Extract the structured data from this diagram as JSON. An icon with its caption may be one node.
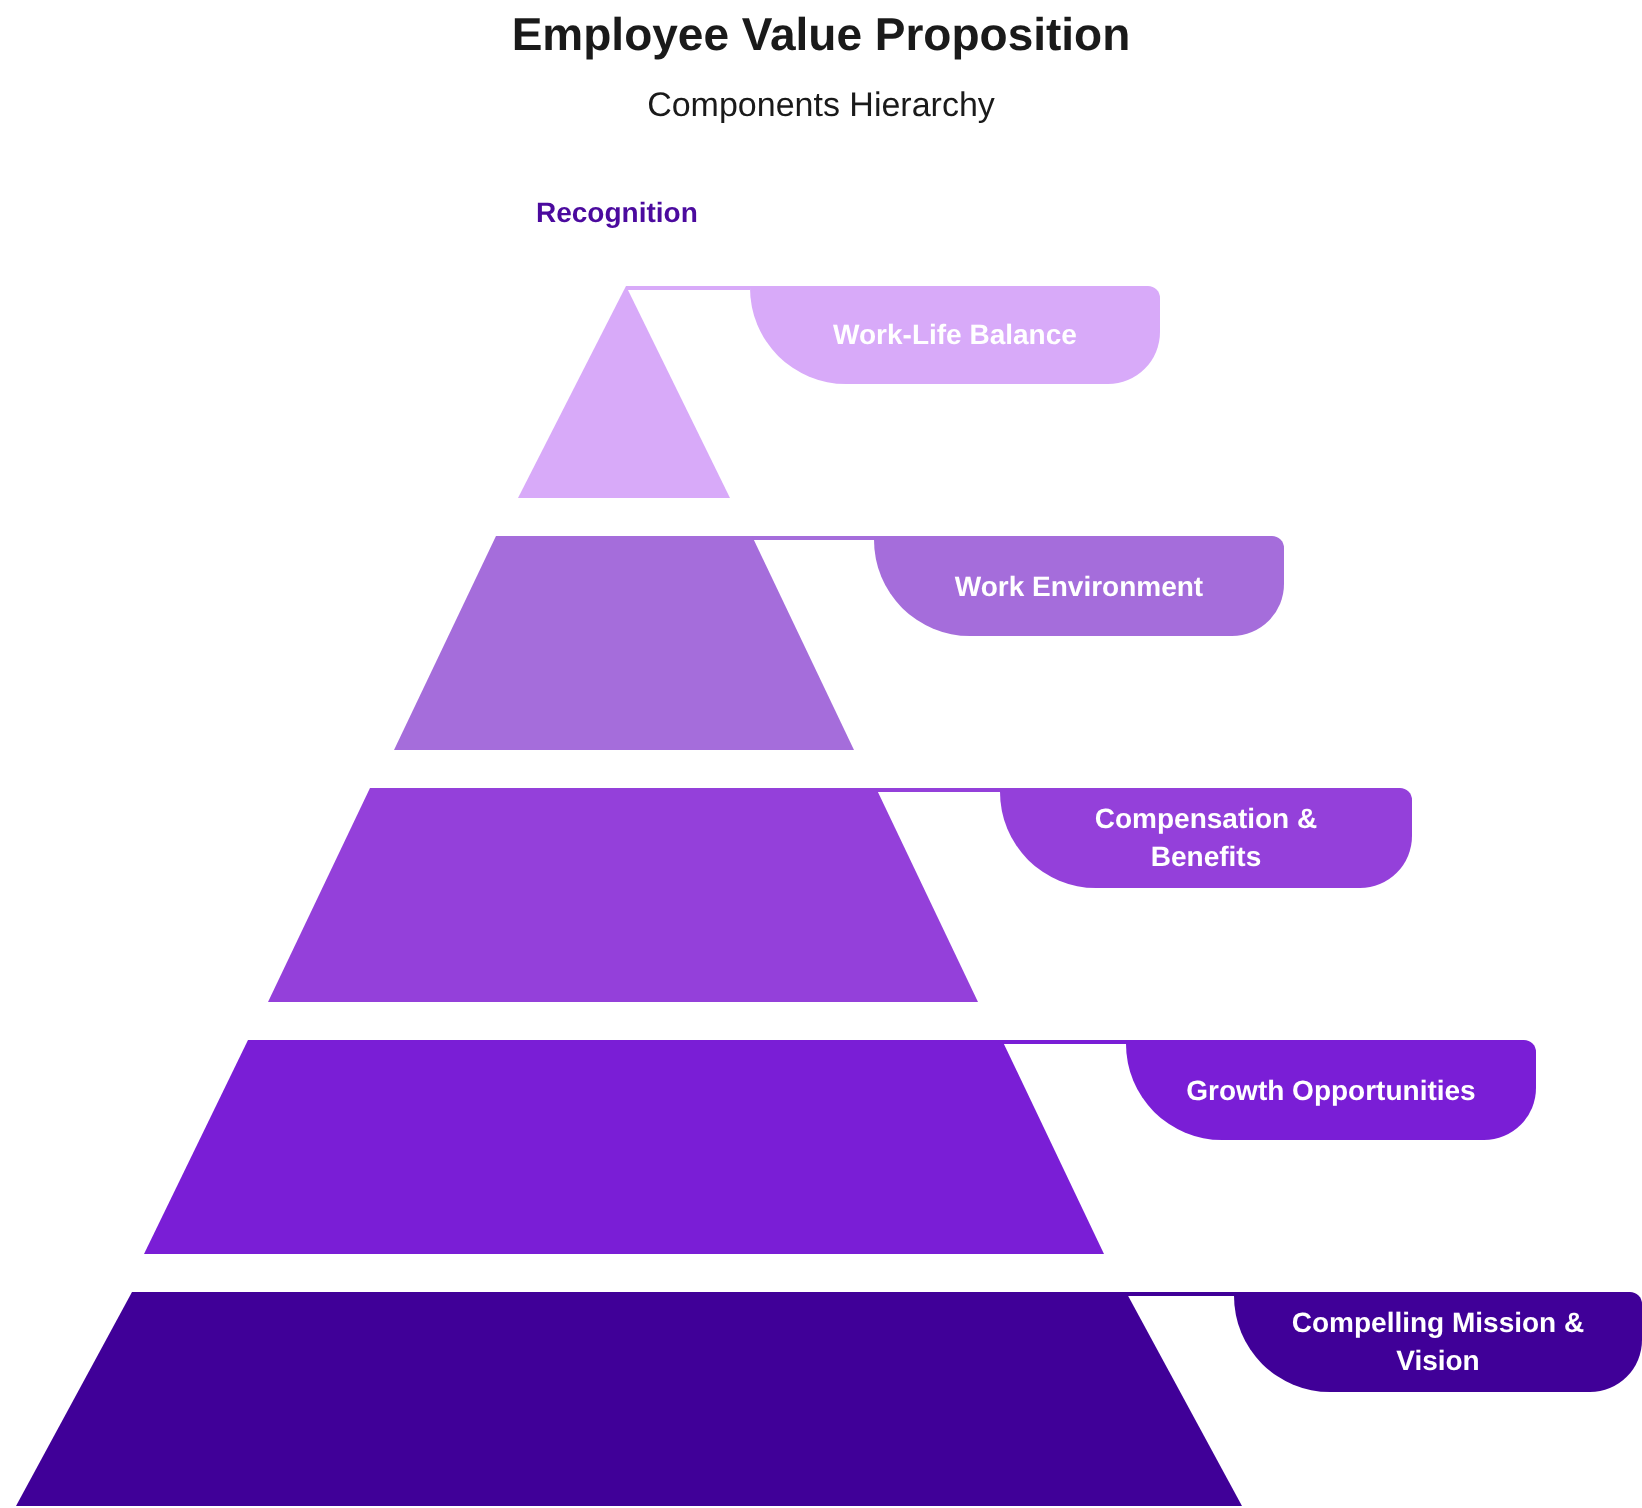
{
  "diagram": {
    "title": "Employee Value Proposition",
    "caption": "Components Hierarchy",
    "nodes": [
      {
        "text": [],
        "shape": "triangle"
      },
      {
        "text": [
          "Work-Life Balance"
        ]
      },
      {
        "text": [],
        "shape": "trapezoid"
      },
      {
        "text": [
          "Work Environment"
        ]
      },
      {
        "text": [],
        "shape": "trapezoid"
      },
      {
        "text": [
          "Compensation & Benefits"
        ]
      },
      {
        "text": [],
        "shape": "trapezoid"
      },
      {
        "text": [
          "Growth Opportunities"
        ]
      },
      {
        "text": [],
        "shape": "trapezoid"
      },
      {
        "text": [
          "Compelling Mission & Vision"
        ]
      }
    ],
    "edges": [
      {
        "from": 0,
        "to": 1,
        "arrow": "none",
        "color": "#d8aaf9"
      },
      {
        "from": 2,
        "to": 3,
        "arrow": "none",
        "color": "#a56ddb"
      },
      {
        "from": 4,
        "to": 5,
        "arrow": "none",
        "color": "#9440da"
      },
      {
        "from": 6,
        "to": 7,
        "arrow": "none",
        "color": "#7a1ed6"
      },
      {
        "from": 8,
        "to": 9,
        "arrow": "none",
        "color": "#400098"
      }
    ],
    "labels": [
      "Recognition"
    ]
  }
}
